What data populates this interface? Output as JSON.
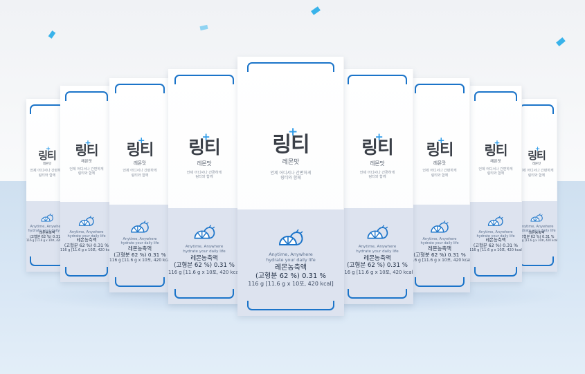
{
  "product": {
    "brand": "링티",
    "flavor": "레몬맛",
    "slogan_line1": "언제 어디서나 간편하게",
    "slogan_line2": "링티와 함께",
    "tagline_line1": "Anytime, Anywhere",
    "tagline_line2": "hydrate your daily life",
    "info_line1": "레몬농축액",
    "info_line2": "(고형분 62 %) 0.31 %",
    "info_line3": "116 g [11.6 g x 10포, 420 kcal]"
  },
  "colors": {
    "frame_blue": "#1b74c9",
    "plus_blue": "#2e9be8",
    "band": "#dde3ef",
    "floor": "#d3e3f3",
    "confetti": "#39b3ea"
  },
  "icons": [
    "plus-icon",
    "lemon-icon",
    "confetti-icon"
  ]
}
